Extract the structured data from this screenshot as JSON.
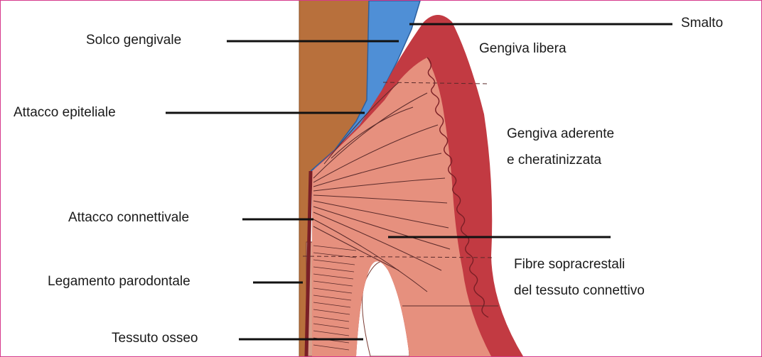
{
  "labels": {
    "smalto": "Smalto",
    "solco_gengivale": "Solco gengivale",
    "gengiva_libera": "Gengiva libera",
    "attacco_epiteliale": "Attacco epiteliale",
    "gengiva_aderente_1": "Gengiva aderente",
    "gengiva_aderente_2": "e cheratinizzata",
    "attacco_connettivale": "Attacco connettivale",
    "fibre_1": "Fibre sopracrestali",
    "fibre_2": "del tessuto connettivo",
    "legamento": "Legamento parodontale",
    "tessuto_osseo": "Tessuto osseo"
  },
  "colors": {
    "frame_border": "#d63a8c",
    "dentin": "#b8703c",
    "enamel": "#4f8fd6",
    "gingiva_outer": "#c23a42",
    "gingiva_inner": "#e6907e",
    "bone": "#d9a08c",
    "leader": "#111111"
  }
}
